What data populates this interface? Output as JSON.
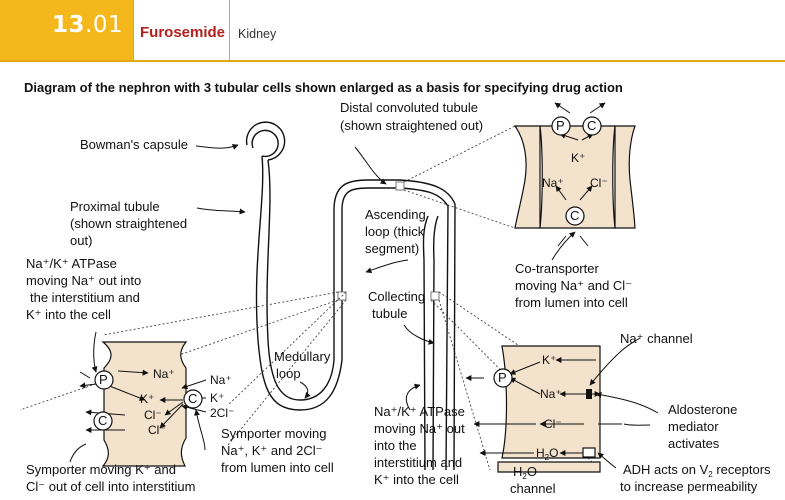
{
  "header": {
    "chapter_major": "13",
    "chapter_minor": ".01",
    "drug": "Furosemide",
    "section": "Kidney"
  },
  "title": "Diagram of the nephron with 3 tubular cells shown enlarged as a basis for specifying drug action",
  "labels": {
    "bowman": "Bowman's capsule",
    "proximal_1": "Proximal  tubule",
    "proximal_2": "(shown straightened",
    "proximal_3": "out)",
    "atpase_left_1": "Na⁺/K⁺ ATPase",
    "atpase_left_2": "moving Na⁺ out  into",
    "atpase_left_3": "the interstitium and",
    "atpase_left_4": "K⁺ into the cell",
    "distal_1": "Distal convoluted tubule",
    "distal_2": "(shown straightened out)",
    "ascending_1": "Ascending",
    "ascending_2": "loop (thick",
    "ascending_3": "segment)",
    "collecting_1": "Collecting",
    "collecting_2": "tubule",
    "medullary_1": "Medullary",
    "medullary_2": "loop",
    "cotrans_1": "Co-transporter",
    "cotrans_2": "moving Na⁺ and Cl⁻",
    "cotrans_3": "from lumen into cell",
    "na_channel": "Na⁺ channel",
    "aldo_1": "Aldosterone",
    "aldo_2": "mediator",
    "aldo_3": "activates",
    "adh_1": "ADH acts on V",
    "adh_sub": "2",
    "adh_2": " receptors",
    "adh_3": "to increase permeability",
    "h2o_ch_1": "H",
    "h2o_ch_sub": "2",
    "h2o_ch_2": "O",
    "h2o_ch_3": "channel",
    "atpase_right_1": "Na⁺/K⁺ ATPase",
    "atpase_right_2": "moving Na⁺ out",
    "atpase_right_3": "into the",
    "atpase_right_4": "interstitium and",
    "atpase_right_5": "K⁺ into the cell",
    "symp_left_1": "Symporter moving K⁺ and",
    "symp_left_2": "Cl⁻ out of cell into interstitium",
    "symp_mid_1": "Symporter moving",
    "symp_mid_2": "Na⁺, K⁺ and 2Cl⁻",
    "symp_mid_3": "from lumen into cell"
  },
  "cell_left": {
    "na": "Na⁺",
    "k": "K⁺",
    "cl1": "Cl⁻",
    "cl2": "Cl⁻",
    "p": "P",
    "c1": "C",
    "c2": "C",
    "na_out": "Na⁺",
    "k_out": "K⁺",
    "cl_out": "2Cl⁻"
  },
  "cell_top": {
    "p": "P",
    "c": "C",
    "k": "K⁺",
    "na": "Na⁺",
    "cl": "Cl⁻",
    "c2": "C"
  },
  "cell_right": {
    "p": "P",
    "k": "K⁺",
    "na": "Na⁺",
    "cl": "Cl⁻",
    "h2o_1": "H",
    "h2o_sub": "2",
    "h2o_2": "O"
  },
  "colors": {
    "header_yellow": "#f4b81c",
    "drug_red": "#b3201d",
    "cell_fill": "#f3e2cc"
  }
}
